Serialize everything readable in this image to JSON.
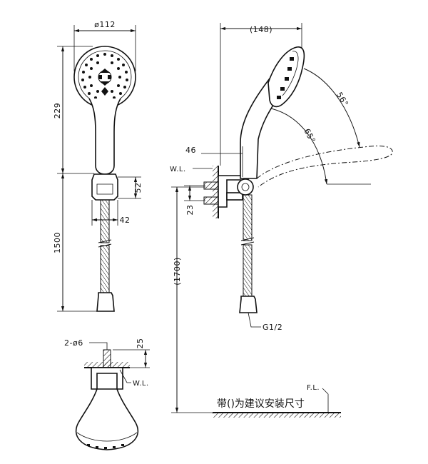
{
  "dimensions": {
    "head_diameter": "ø112",
    "handle_length": "229",
    "bracket_height": "52",
    "bracket_width": "42",
    "hose_length": "1500",
    "depth": "(148)",
    "wall_offset": "46",
    "screw_spacing": "23",
    "install_height": "(1700)",
    "angle_upper": "56°",
    "angle_lower": "65°",
    "screw_holes": "2-ø6",
    "screw_depth": "25"
  },
  "labels": {
    "water_level_side": "W.L.",
    "water_level_bottom": "W.L.",
    "thread": "G1/2",
    "floor_level": "F.L."
  },
  "note": "带()为建议安装尺寸",
  "colors": {
    "line": "#111111",
    "background": "#ffffff"
  }
}
